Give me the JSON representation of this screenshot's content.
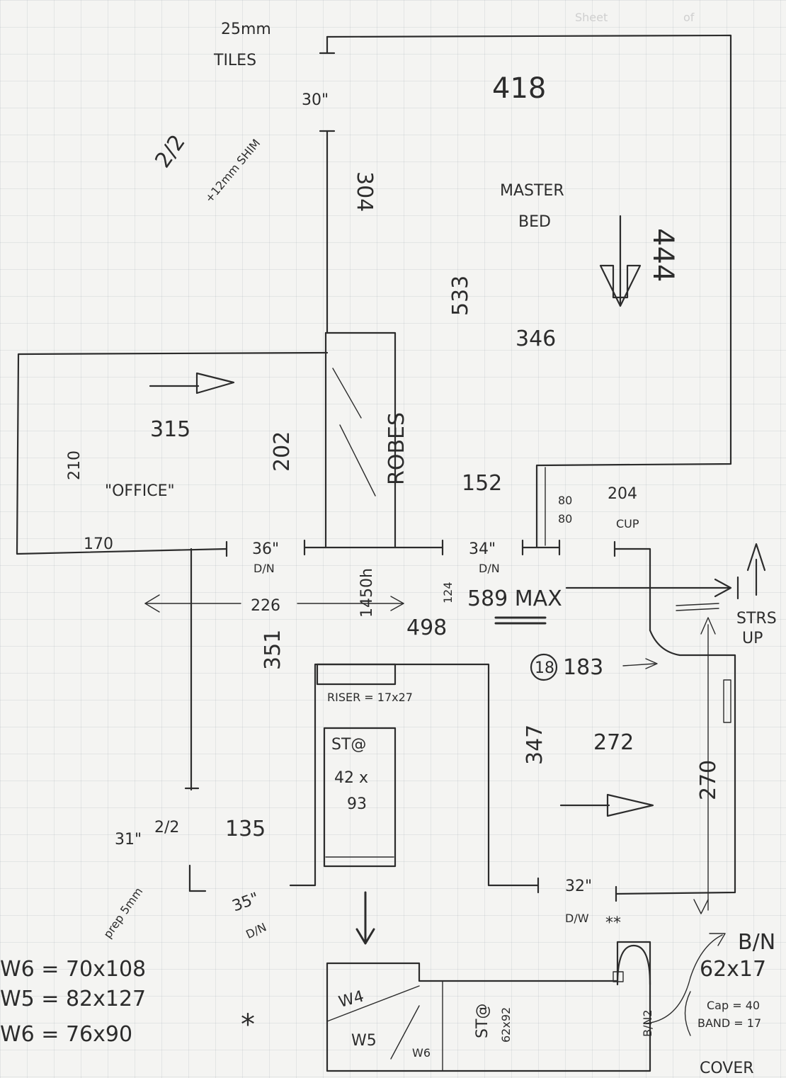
{
  "header": {
    "tile_note": "25mm",
    "tile_label": "TILES",
    "sheet": "Sheet",
    "of": "of"
  },
  "notes": {
    "two_two": "2/2",
    "shim": "+12mm SHIM"
  },
  "master": {
    "width": "418",
    "label_1": "MASTER",
    "label_2": "BED",
    "depth": "444",
    "dim_346": "346",
    "dim_533": "533",
    "dim_304": "304"
  },
  "office": {
    "label": "\"OFFICE\"",
    "width": "315",
    "depth_210": "210",
    "dim_202": "202",
    "dim_170": "170"
  },
  "robes": {
    "label": "ROBES"
  },
  "doors": {
    "top": "30\"",
    "d1": "36\"",
    "d1b": "D/N",
    "d2": "34\"",
    "d2b": "D/N",
    "d3": "32\"",
    "d3b": "D/W",
    "d4": "35\"",
    "d4b": "D/N",
    "d5": "31\"",
    "d5b": "2/2"
  },
  "hall": {
    "dim_226": "226",
    "dim_1450": "1450h",
    "dim_124": "124",
    "max": "589 MAX",
    "dim_498": "498",
    "dim_351": "351",
    "dim_152": "152",
    "dim_80": "80",
    "dim_80b": "80",
    "dim_204": "204",
    "dim_cup": "CUP"
  },
  "stairs": {
    "label_1": "STRS",
    "label_2": "UP",
    "circled": "18",
    "dim_183": "183"
  },
  "bath": {
    "riser": "RISER = 17x27",
    "st": "ST@",
    "st_dims_1": "42 x",
    "st_dims_2": "93",
    "dim_135": "135",
    "prep": "prep 5mm"
  },
  "room2": {
    "dim_347": "347",
    "dim_272": "272",
    "dim_270": "270",
    "stars": "**"
  },
  "windows": {
    "w4": "W6 = 70x108",
    "w5": "W5 = 82x127",
    "w6": "W6 = 76x90"
  },
  "closet": {
    "w4": "W4",
    "w5": "W5",
    "w6": "W6",
    "st": "ST@",
    "st_dims": "62x92",
    "bin": "B/N2"
  },
  "bn_callout": {
    "label": "B/N",
    "dims": "62x17",
    "cap": "Cap = 40",
    "band": "BAND = 17",
    "cover": "COVER"
  },
  "star": "*"
}
